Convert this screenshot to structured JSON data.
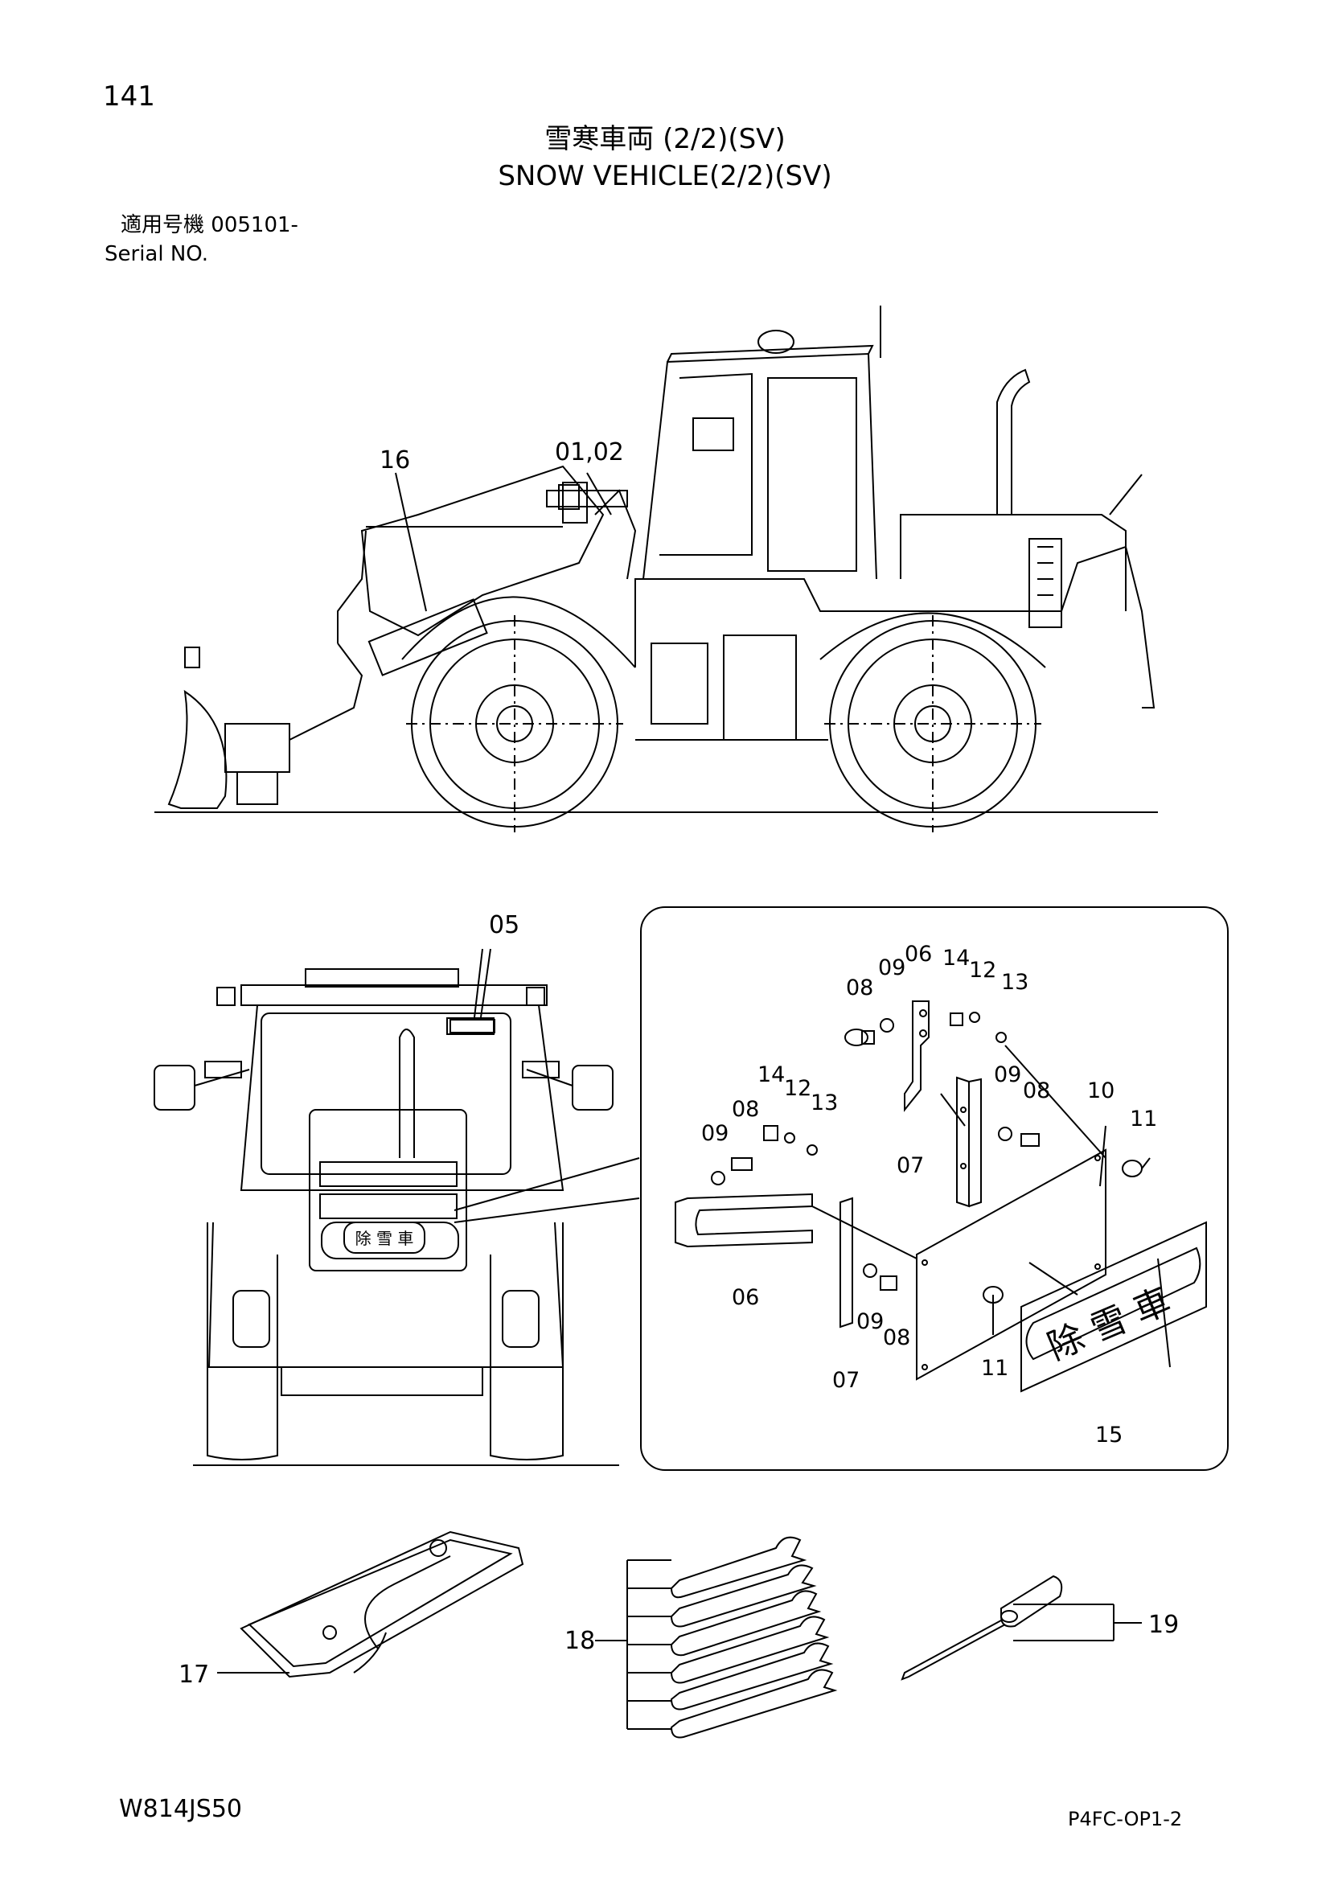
{
  "page_number": "141",
  "title": {
    "jp": "雪寒車両 (2/2)(SV)",
    "en": "SNOW VEHICLE(2/2)(SV)"
  },
  "serial": {
    "jp_label": "適用号機",
    "number": "005101-",
    "en_label": "Serial NO."
  },
  "sign_text": "除 雪 車",
  "callouts": {
    "c16": "16",
    "c0102": "01,02",
    "c05": "05",
    "c17": "17",
    "c18": "18",
    "c19": "19",
    "detail": {
      "d08a": "08",
      "d09a": "09",
      "d06a": "06",
      "d14a": "14",
      "d12a": "12",
      "d13a": "13",
      "d14b": "14",
      "d12b": "12",
      "d08b": "08",
      "d13b": "13",
      "d09b": "09",
      "d09c": "09",
      "d08c": "08",
      "d10": "10",
      "d11a": "11",
      "d07a": "07",
      "d06b": "06",
      "d09d": "09",
      "d08d": "08",
      "d07b": "07",
      "d11b": "11",
      "d15": "15"
    }
  },
  "footer": {
    "model": "W814JS50",
    "code": "P4FC-OP1-2"
  }
}
